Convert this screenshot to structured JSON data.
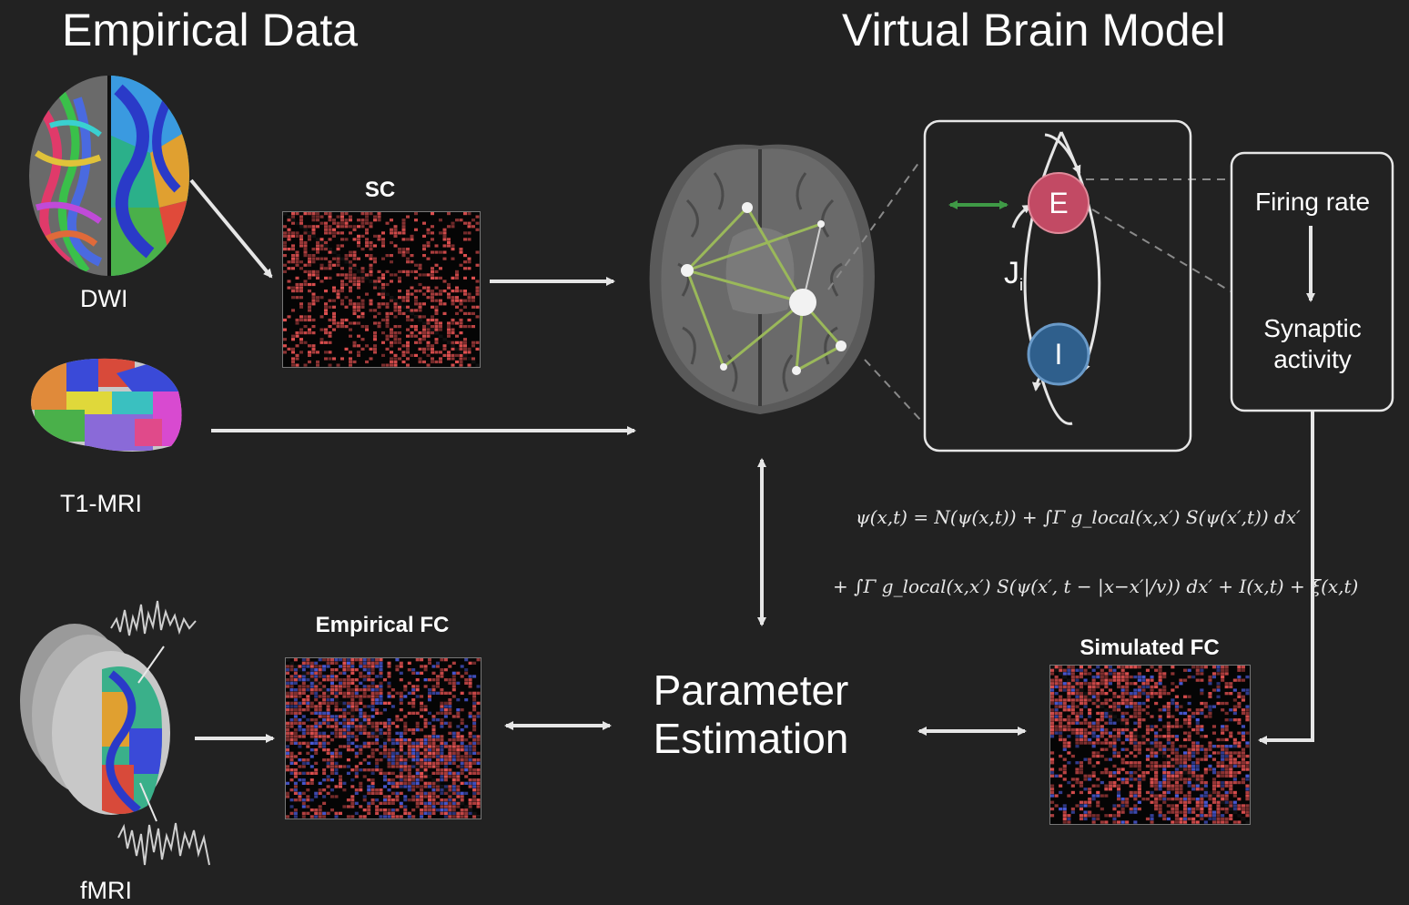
{
  "headings": {
    "empirical": "Empirical Data",
    "virtual": "Virtual Brain Model"
  },
  "inputs": {
    "dwi": "DWI",
    "t1": "T1-MRI",
    "fmri": "fMRI"
  },
  "matrices": {
    "sc": "SC",
    "empirical_fc": "Empirical FC",
    "simulated_fc": "Simulated FC"
  },
  "neural_mass": {
    "excitatory": "E",
    "inhibitory": "I",
    "coupling": "J",
    "coupling_sub": "i"
  },
  "pipeline": {
    "firing_rate": "Firing rate",
    "synaptic_line1": "Synaptic",
    "synaptic_line2": "activity"
  },
  "estimation": {
    "line1": "Parameter",
    "line2": "Estimation"
  },
  "equation": {
    "line1": "ψ(x,t) = N(ψ(x,t)) + ∫Γ g_local(x,x′) S(ψ(x′,t)) dx′",
    "line2": "+ ∫Γ g_local(x,x′) S(ψ(x′, t − |x−x′|/v)) dx′ + I(x,t) + ξ(x,t)"
  },
  "colors": {
    "background": "#222222",
    "matrix_red": "#e05050",
    "matrix_blue": "#4a5ad8",
    "network_edge": "#9ab85a",
    "excitatory": "#c24a64",
    "inhibitory": "#2f5f8c",
    "bidirectional_green": "#3f9a46"
  }
}
